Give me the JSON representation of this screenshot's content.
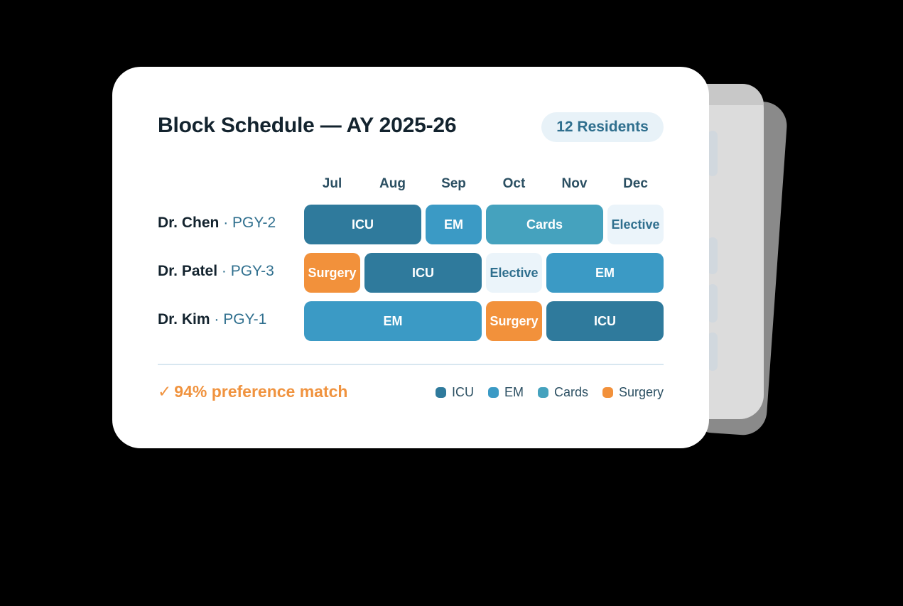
{
  "card": {
    "title": "Block Schedule — AY 2025-26",
    "badge": "12 Residents"
  },
  "months": [
    "Jul",
    "Aug",
    "Sep",
    "Oct",
    "Nov",
    "Dec"
  ],
  "residents": [
    {
      "name": "Dr. Chen",
      "separator": " · ",
      "level": "PGY-2",
      "blocks": [
        {
          "label": "ICU",
          "type": "icu",
          "start": 0,
          "span": 2
        },
        {
          "label": "EM",
          "type": "em",
          "start": 2,
          "span": 1
        },
        {
          "label": "Cards",
          "type": "cards",
          "start": 3,
          "span": 2
        },
        {
          "label": "Elective",
          "type": "elective",
          "start": 5,
          "span": 1
        }
      ]
    },
    {
      "name": "Dr. Patel",
      "separator": " · ",
      "level": "PGY-3",
      "blocks": [
        {
          "label": "Surgery",
          "type": "surgery",
          "start": 0,
          "span": 1
        },
        {
          "label": "ICU",
          "type": "icu",
          "start": 1,
          "span": 2
        },
        {
          "label": "Elective",
          "type": "elective",
          "start": 3,
          "span": 1
        },
        {
          "label": "EM",
          "type": "em",
          "start": 4,
          "span": 2
        }
      ]
    },
    {
      "name": "Dr. Kim",
      "separator": " · ",
      "level": "PGY-1",
      "blocks": [
        {
          "label": "EM",
          "type": "em",
          "start": 0,
          "span": 3
        },
        {
          "label": "Surgery",
          "type": "surgery",
          "start": 3,
          "span": 1
        },
        {
          "label": "ICU",
          "type": "icu",
          "start": 4,
          "span": 2
        }
      ]
    }
  ],
  "footer": {
    "check_icon": "✓",
    "match_text": "94% preference match"
  },
  "legend": [
    {
      "label": "ICU",
      "color": "#2f7a9c"
    },
    {
      "label": "EM",
      "color": "#3b9ac5"
    },
    {
      "label": "Cards",
      "color": "#45a2be"
    },
    {
      "label": "Surgery",
      "color": "#f2913b"
    }
  ],
  "colors": {
    "icu": "#2f7a9c",
    "em": "#3b9ac5",
    "cards": "#45a2be",
    "surgery": "#f2913b",
    "elective_bg": "#ebf4fa",
    "accent_text": "#2f6f8e",
    "match": "#f0933f"
  }
}
